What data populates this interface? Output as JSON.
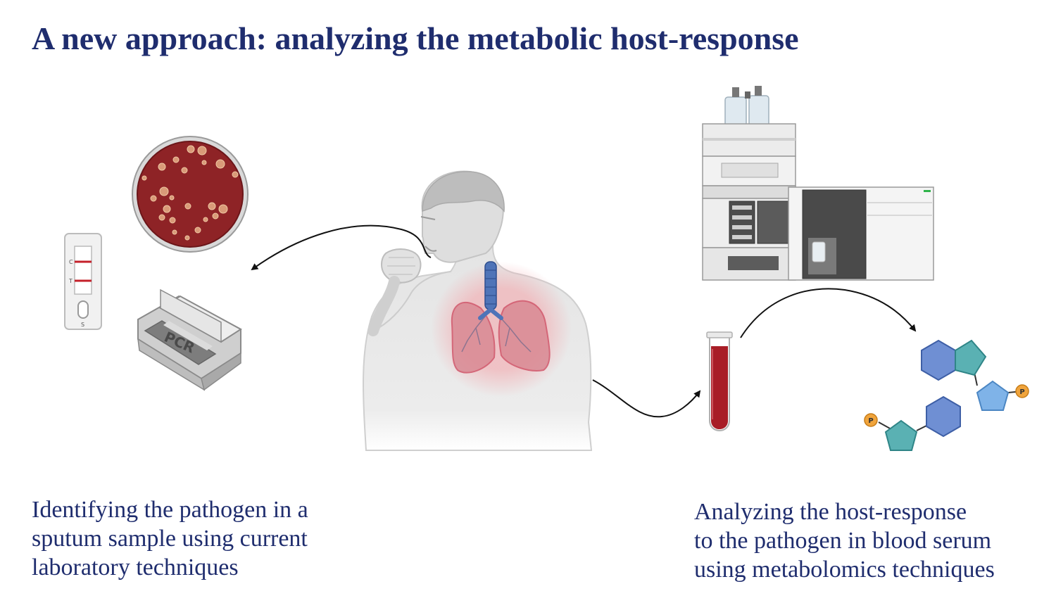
{
  "title": "A new approach: analyzing the metabolic host-response",
  "captions": {
    "left": [
      "Identifying the pathogen in a",
      "sputum sample using current",
      "laboratory techniques"
    ],
    "right": [
      "Analyzing the host-response",
      "to the pathogen in blood serum",
      "using metabolomics techniques"
    ]
  },
  "rapid_test": {
    "control_label": "C",
    "test_label": "T",
    "sample_label": "S"
  },
  "pcr_machine": {
    "label": "PCR"
  },
  "molecule": {
    "phosphate_label": "P"
  },
  "colors": {
    "title": "#1f2d6e",
    "agar": "#8e2326",
    "blood": "#a81d27",
    "hexagon": "#6f8fd3",
    "pentagon_teal": "#5ab1b3",
    "pentagon_blue": "#7fb3e8",
    "phosphate": "#f0a43c"
  }
}
